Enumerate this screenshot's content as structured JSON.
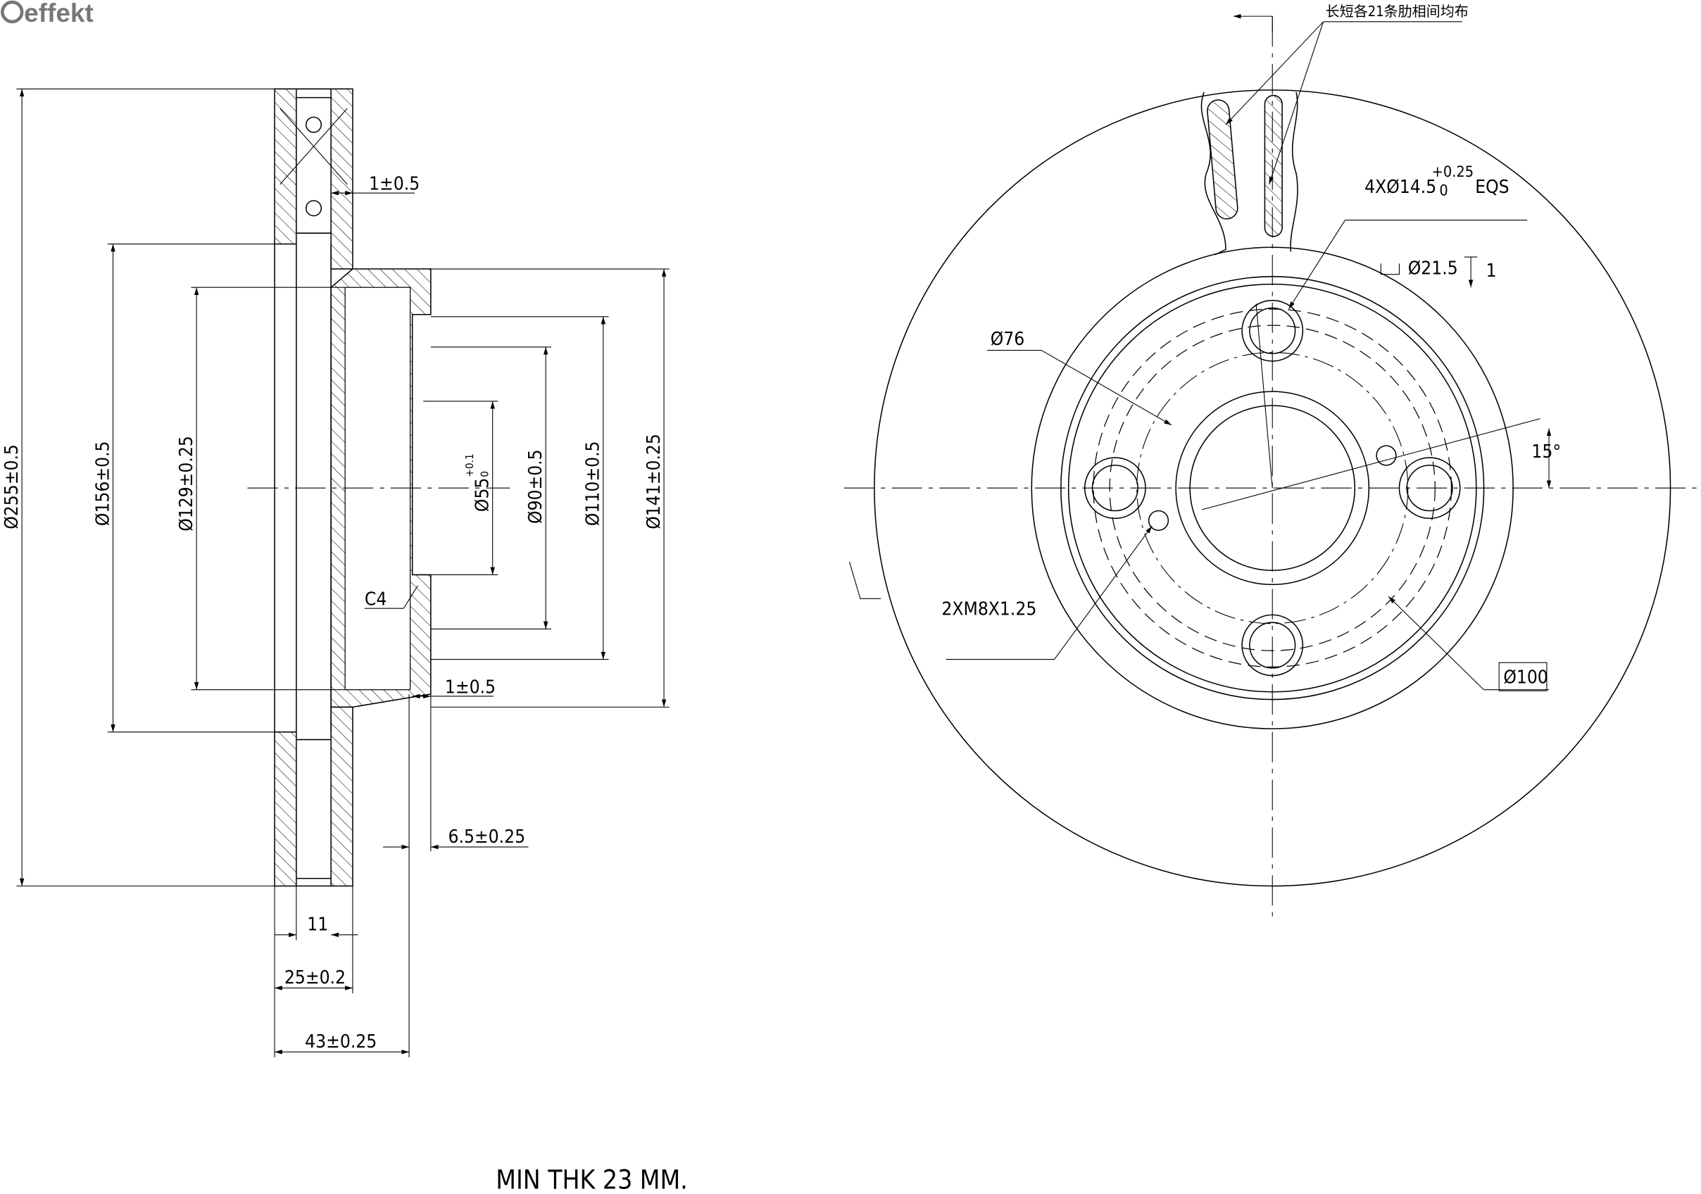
{
  "brand": {
    "logo_text": "effekt",
    "color": "#777777"
  },
  "section_view": {
    "dims": {
      "d255": "Ø255±0.5",
      "d156": "Ø156±0.5",
      "d129": "Ø129±0.25",
      "d55": "Ø55",
      "d55_tol_upper": "+0.1",
      "d55_tol_lower": "0",
      "d90": "Ø90±0.5",
      "d110": "Ø110±0.5",
      "d141": "Ø141±0.25",
      "gap_top": "1±0.5",
      "gap_bottom": "1±0.5",
      "chamfer": "C4",
      "offset": "6.5±0.25",
      "width_vent": "11",
      "thickness": "25±0.2",
      "height": "43±0.25"
    },
    "note": "MIN THK 23 MM."
  },
  "front_view": {
    "rib_note": "长短各21条肋相间均布",
    "bolt_holes": "4XØ14.5",
    "bolt_tol_upper": "+0.25",
    "bolt_tol_lower": "0",
    "bolt_eqs": "EQS",
    "counterbore": "Ø21.5",
    "depth": "1",
    "pilot": "Ø76",
    "threads": "2XM8X1.25",
    "pcd": "Ø100",
    "angle": "15°"
  }
}
